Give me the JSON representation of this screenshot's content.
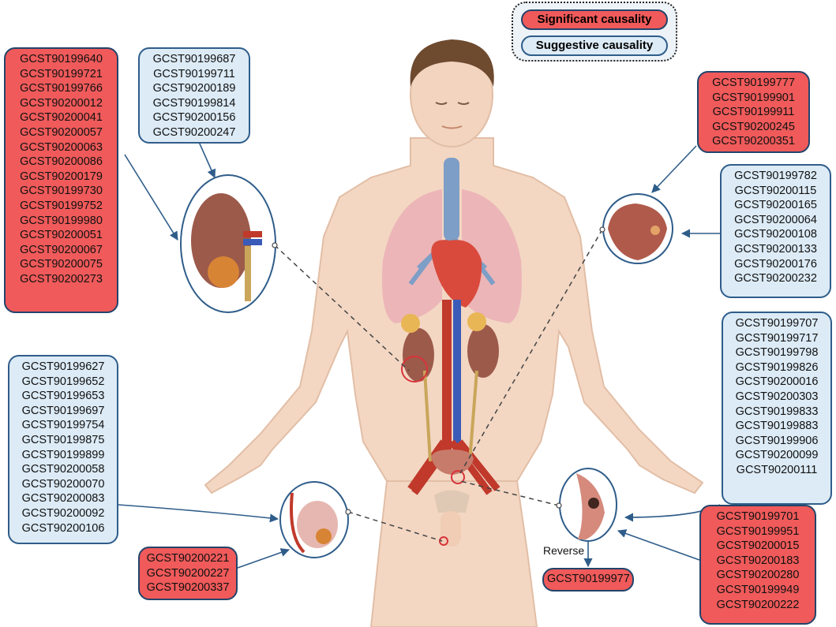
{
  "legend": {
    "significant": "Significant causality",
    "suggestive": "Suggestive causality"
  },
  "colors": {
    "significant": "#f05a5a",
    "suggestive": "#dcebf6",
    "border": "#1f4e79"
  },
  "kidney": {
    "significant": [
      "GCST90199640",
      "GCST90199721",
      "GCST90199766",
      "GCST90200012",
      "GCST90200041",
      "GCST90200057",
      "GCST90200063",
      "GCST90200086",
      "GCST90200179",
      "GCST90199730",
      "GCST90199752",
      "GCST90199980",
      "GCST90200051",
      "GCST90200067",
      "GCST90200075",
      "GCST90200273"
    ],
    "suggestive": [
      "GCST90199687",
      "GCST90199711",
      "GCST90200189",
      "GCST90199814",
      "GCST90200156",
      "GCST90200247"
    ]
  },
  "bladder": {
    "significant": [
      "GCST90199777",
      "GCST90199901",
      "GCST90199911",
      "GCST90200245",
      "GCST90200351"
    ],
    "suggestive": [
      "GCST90199782",
      "GCST90200115",
      "GCST90200165",
      "GCST90200064",
      "GCST90200108",
      "GCST90200133",
      "GCST90200176",
      "GCST90200232"
    ]
  },
  "prostate": {
    "suggestive": [
      "GCST90199707",
      "GCST90199717",
      "GCST90199798",
      "GCST90199826",
      "GCST90200016",
      "GCST90200303",
      "GCST90199833",
      "GCST90199883",
      "GCST90199906",
      "GCST90200099",
      "GCST90200111"
    ],
    "significant": [
      "GCST90199701",
      "GCST90199951",
      "GCST90200015",
      "GCST90200183",
      "GCST90200280",
      "GCST90199949",
      "GCST90200222"
    ],
    "reverse_label": "Reverse",
    "reverse": [
      "GCST90199977"
    ]
  },
  "testis": {
    "suggestive": [
      "GCST90199627",
      "GCST90199652",
      "GCST90199653",
      "GCST90199697",
      "GCST90199754",
      "GCST90199875",
      "GCST90199899",
      "GCST90200058",
      "GCST90200070",
      "GCST90200083",
      "GCST90200092",
      "GCST90200106"
    ],
    "significant": [
      "GCST90200221",
      "GCST90200227",
      "GCST90200337"
    ]
  }
}
